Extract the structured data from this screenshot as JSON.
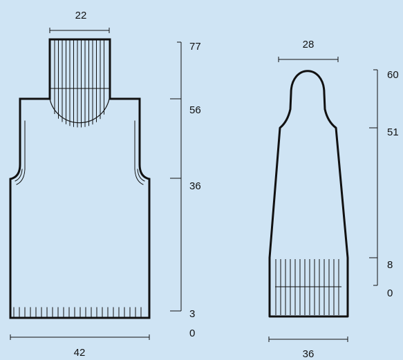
{
  "colors": {
    "background": "#cfe4f4",
    "outline": "#111111"
  },
  "body_piece": {
    "dims": {
      "neck_width": "22",
      "bottom_width": "42",
      "height_total": "77",
      "height_shoulder": "56",
      "height_armhole": "36",
      "height_rib": "3",
      "height_zero": "0"
    }
  },
  "sleeve_piece": {
    "dims": {
      "top_width": "28",
      "bottom_width": "36",
      "height_total": "60",
      "height_cap": "51",
      "height_cuff": "8",
      "height_zero": "0"
    }
  }
}
